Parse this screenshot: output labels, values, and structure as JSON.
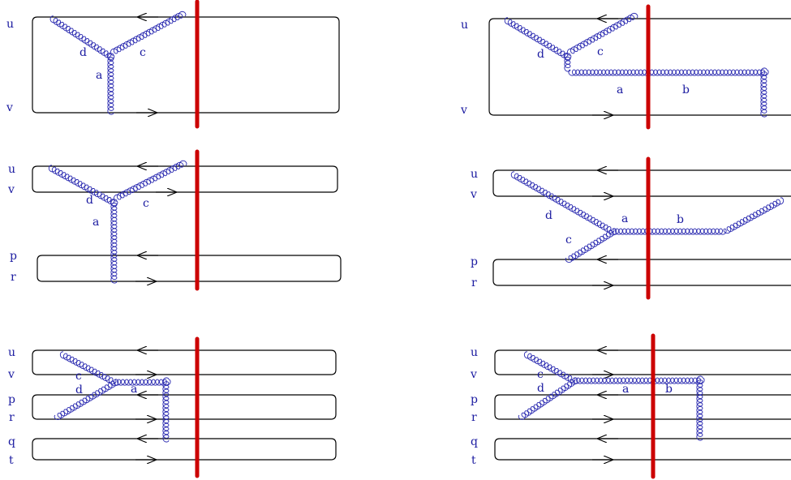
{
  "colors": {
    "line": "#000000",
    "gluon": "#2a2ab0",
    "label": "#1a1aa0",
    "cut": "#cc0000"
  },
  "diagrams": [
    {
      "id": "top-left",
      "index_labels": [
        "u",
        "v"
      ],
      "gluon_labels": [
        "d",
        "c",
        "a"
      ]
    },
    {
      "id": "top-right",
      "index_labels": [
        "u",
        "v"
      ],
      "gluon_labels": [
        "d",
        "c",
        "a",
        "b"
      ]
    },
    {
      "id": "middle-left",
      "index_labels": [
        "u",
        "v",
        "p",
        "r"
      ],
      "gluon_labels": [
        "d",
        "c",
        "a"
      ]
    },
    {
      "id": "middle-right",
      "index_labels": [
        "u",
        "v",
        "p",
        "r"
      ],
      "gluon_labels": [
        "d",
        "a",
        "b",
        "c"
      ]
    },
    {
      "id": "bottom-left",
      "index_labels": [
        "u",
        "v",
        "p",
        "r",
        "q",
        "t"
      ],
      "gluon_labels": [
        "c",
        "d",
        "a"
      ]
    },
    {
      "id": "bottom-right",
      "index_labels": [
        "u",
        "v",
        "p",
        "r",
        "q",
        "t"
      ],
      "gluon_labels": [
        "c",
        "d",
        "a",
        "b"
      ]
    }
  ]
}
